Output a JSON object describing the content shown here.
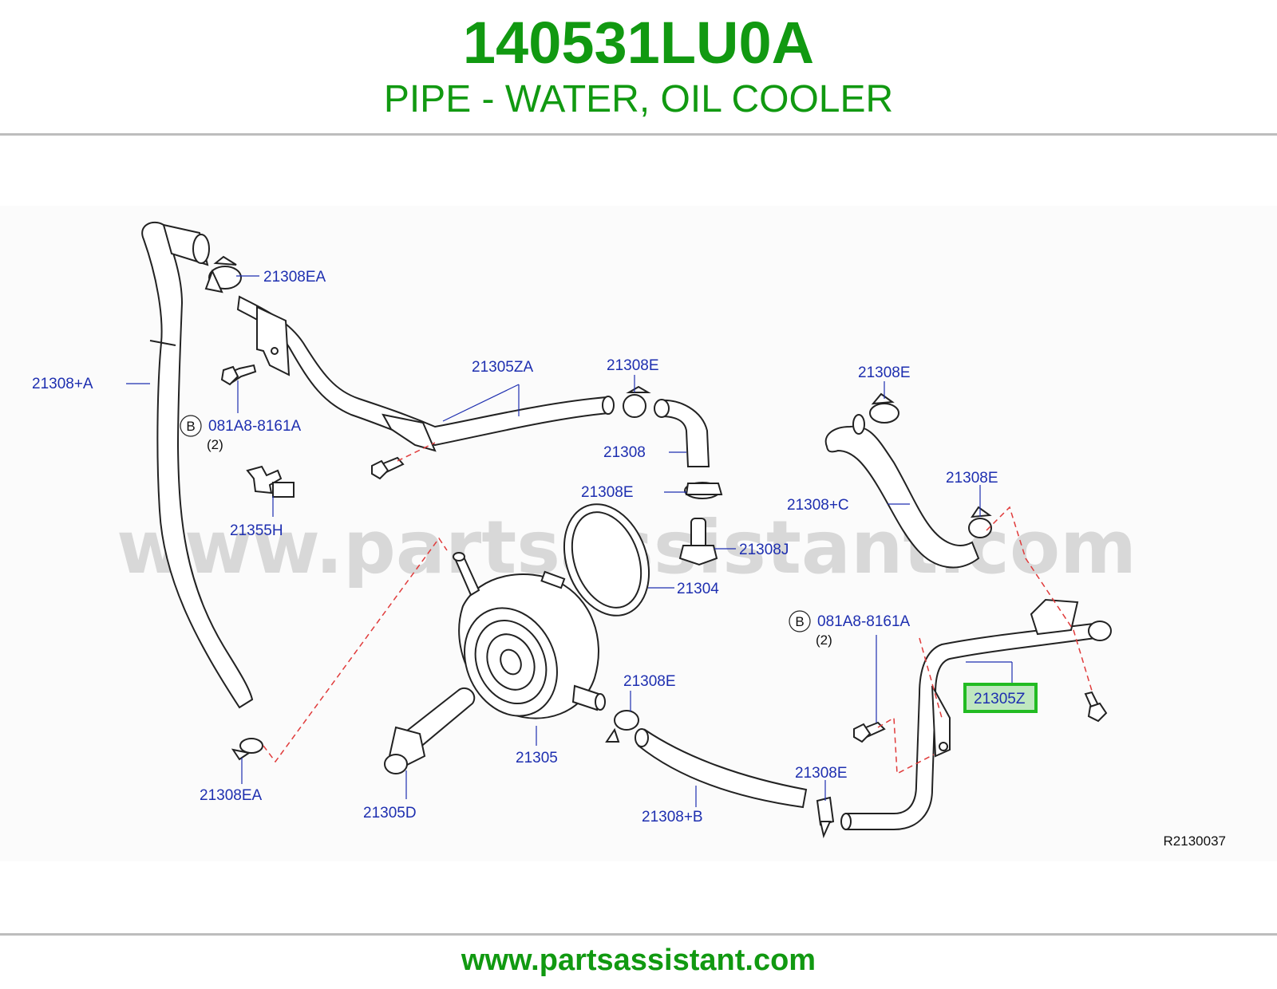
{
  "header": {
    "part_number": "140531LU0A",
    "part_description": "PIPE - WATER, OIL COOLER"
  },
  "watermark": "www.partsassistant.com",
  "diagram_code": "R2130037",
  "footer_url": "www.partsassistant.com",
  "colors": {
    "brand_green": "#119911",
    "callout_blue": "#1e2fb0",
    "highlight_green": "#22bb22",
    "highlight_fill": "#bfe7bf",
    "guide_red": "#e03b3b"
  },
  "callouts": {
    "c1": "21308EA",
    "c2": "21308+A",
    "c3": "081A8-8161A",
    "c4": "(2)",
    "c5": "21355H",
    "c6": "21305ZA",
    "c7": "21308E",
    "c8": "21308",
    "c9": "21308E",
    "c10": "21308J",
    "c11": "21304",
    "c12": "21308E",
    "c13": "21308+C",
    "c14": "21308E",
    "c15": "081A8-8161A",
    "c16": "(2)",
    "c17": "21305Z",
    "c18": "21308E",
    "c19": "21305",
    "c20": "21308E",
    "c21": "21308+B",
    "c22": "21308EA",
    "c23": "21305D",
    "b1": "B",
    "b2": "B"
  },
  "highlighted_part": "21305Z"
}
